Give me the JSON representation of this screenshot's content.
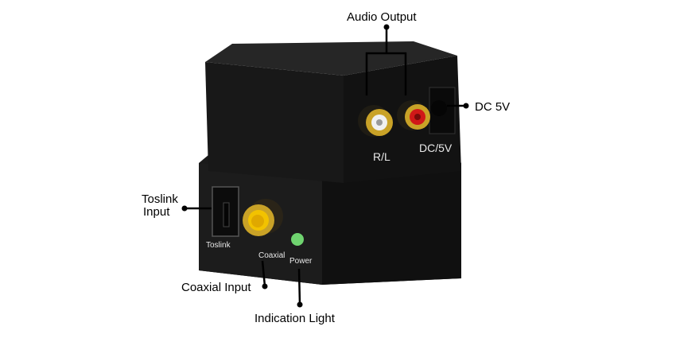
{
  "callouts": {
    "audio_output": "Audio Output",
    "dc_5v": "DC 5V",
    "toslink_input_line1": "Toslink",
    "toslink_input_line2": "Input",
    "coaxial_input": "Coaxial Input",
    "indication_light": "Indication Light"
  },
  "device_labels": {
    "rl": "R/L",
    "dc5v": "DC/5V",
    "toslink": "Toslink",
    "coaxial": "Coaxial",
    "power": "Power"
  },
  "colors": {
    "device_body": "#141414",
    "gold": "#c9a227",
    "rca_white": "#f0f0f0",
    "rca_red": "#d01818",
    "coax_yellow": "#f2c200",
    "led_green": "#6fd36f"
  }
}
